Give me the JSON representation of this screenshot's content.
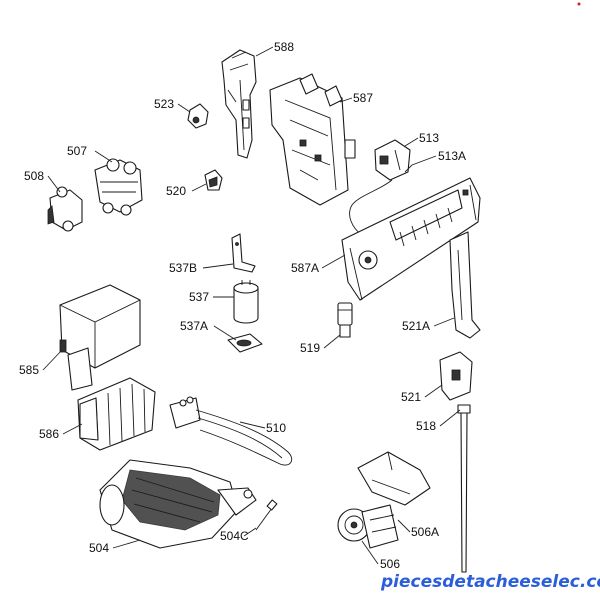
{
  "watermark": "piecesdetacheeselec.com",
  "labels": {
    "l588": "588",
    "l523": "523",
    "l587": "587",
    "l513": "513",
    "l507": "507",
    "l513A": "513A",
    "l508": "508",
    "l520": "520",
    "l537B": "537B",
    "l587A": "587A",
    "l537": "537",
    "l537A": "537A",
    "l521A": "521A",
    "l519": "519",
    "l585": "585",
    "l521": "521",
    "l510": "510",
    "l586": "586",
    "l518": "518",
    "l506A": "506A",
    "l504C": "504C",
    "l504": "504",
    "l506": "506"
  },
  "colors": {
    "watermark": "#2b5fd9",
    "line": "#1a1a1a"
  }
}
